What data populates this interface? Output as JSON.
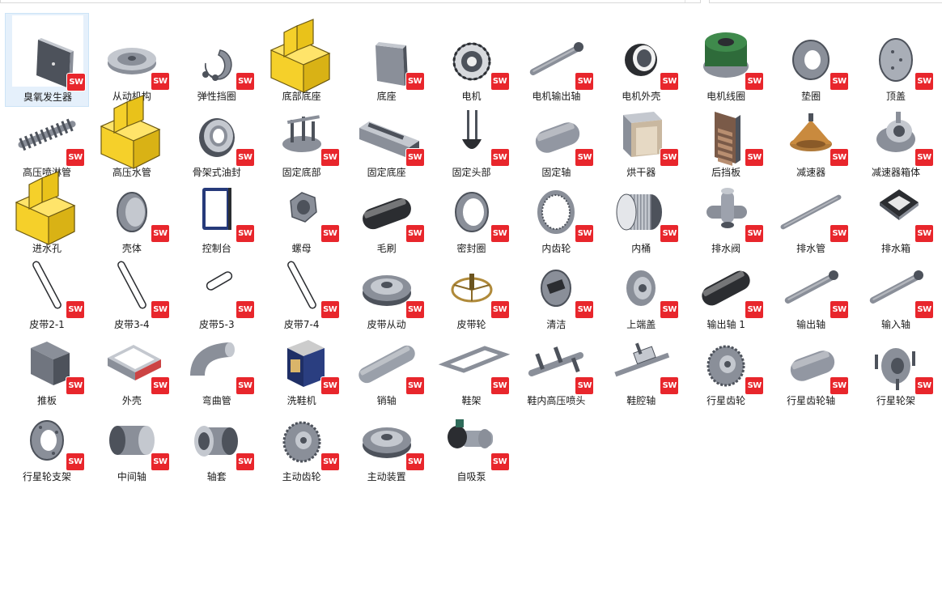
{
  "badge_text": "SW",
  "colors": {
    "selection_bg": "#e5f0fb",
    "selection_border": "#cce4f7",
    "badge": "#e8262c",
    "part_gray": "#8a8f99",
    "assembly_yellow": "#f5d02a"
  },
  "files": [
    {
      "name": "臭氧发生器",
      "icon": "plate-part-icon",
      "selected": true
    },
    {
      "name": "从动机构",
      "icon": "pulley-part-icon"
    },
    {
      "name": "弹性挡圈",
      "icon": "circlip-part-icon"
    },
    {
      "name": "底部底座",
      "icon": "assembly-block-icon"
    },
    {
      "name": "底座",
      "icon": "square-plate-part-icon"
    },
    {
      "name": "电机",
      "icon": "motor-part-icon"
    },
    {
      "name": "电机输出轴",
      "icon": "shaft-part-icon"
    },
    {
      "name": "电机外壳",
      "icon": "motor-housing-part-icon"
    },
    {
      "name": "电机线圈",
      "icon": "coil-part-icon"
    },
    {
      "name": "垫圈",
      "icon": "washer-part-icon"
    },
    {
      "name": "顶盖",
      "icon": "cover-disc-part-icon"
    },
    {
      "name": "高压喷淋管",
      "icon": "spray-pipe-part-icon"
    },
    {
      "name": "高压水管",
      "icon": "assembly-block-icon"
    },
    {
      "name": "骨架式油封",
      "icon": "oil-seal-part-icon"
    },
    {
      "name": "固定底部",
      "icon": "fixture-part-icon"
    },
    {
      "name": "固定底座",
      "icon": "rail-base-part-icon"
    },
    {
      "name": "固定头部",
      "icon": "fork-part-icon"
    },
    {
      "name": "固定轴",
      "icon": "cylinder-part-icon"
    },
    {
      "name": "烘干器",
      "icon": "dryer-part-icon"
    },
    {
      "name": "后挡板",
      "icon": "back-plate-part-icon"
    },
    {
      "name": "减速器",
      "icon": "reducer-part-icon"
    },
    {
      "name": "减速器箱体",
      "icon": "reducer-case-part-icon"
    },
    {
      "name": "进水孔",
      "icon": "assembly-block-icon"
    },
    {
      "name": "壳体",
      "icon": "shell-part-icon"
    },
    {
      "name": "控制台",
      "icon": "console-part-icon"
    },
    {
      "name": "螺母",
      "icon": "nut-part-icon"
    },
    {
      "name": "毛刷",
      "icon": "brush-part-icon"
    },
    {
      "name": "密封圈",
      "icon": "seal-ring-part-icon"
    },
    {
      "name": "内齿轮",
      "icon": "ring-gear-part-icon"
    },
    {
      "name": "内桶",
      "icon": "drum-part-icon"
    },
    {
      "name": "排水阀",
      "icon": "valve-part-icon"
    },
    {
      "name": "排水管",
      "icon": "drain-pipe-part-icon"
    },
    {
      "name": "排水箱",
      "icon": "drain-box-part-icon"
    },
    {
      "name": "皮带2-1",
      "icon": "belt-part-icon"
    },
    {
      "name": "皮带3-4",
      "icon": "belt-part-icon"
    },
    {
      "name": "皮带5-3",
      "icon": "belt-short-part-icon"
    },
    {
      "name": "皮带7-4",
      "icon": "belt-part-icon"
    },
    {
      "name": "皮带从动",
      "icon": "pulley-wheel-part-icon"
    },
    {
      "name": "皮带轮",
      "icon": "handwheel-part-icon"
    },
    {
      "name": "清洁",
      "icon": "cleaning-disc-part-icon"
    },
    {
      "name": "上端盖",
      "icon": "end-cap-part-icon"
    },
    {
      "name": "输出轴 1",
      "icon": "spline-shaft-part-icon"
    },
    {
      "name": "输出轴",
      "icon": "shaft-part-icon"
    },
    {
      "name": "输入轴",
      "icon": "shaft-part-icon"
    },
    {
      "name": "推板",
      "icon": "push-plate-part-icon"
    },
    {
      "name": "外壳",
      "icon": "casing-part-icon"
    },
    {
      "name": "弯曲管",
      "icon": "bent-pipe-part-icon"
    },
    {
      "name": "洗鞋机",
      "icon": "machine-part-icon"
    },
    {
      "name": "销轴",
      "icon": "pin-part-icon"
    },
    {
      "name": "鞋架",
      "icon": "shoe-rack-part-icon"
    },
    {
      "name": "鞋内高压喷头",
      "icon": "nozzle-bar-part-icon"
    },
    {
      "name": "鞋腔轴",
      "icon": "cavity-shaft-part-icon"
    },
    {
      "name": "行星齿轮",
      "icon": "gear-part-icon"
    },
    {
      "name": "行星齿轮轴",
      "icon": "cylinder-part-icon"
    },
    {
      "name": "行星轮架",
      "icon": "carrier-part-icon"
    },
    {
      "name": "行星轮支架",
      "icon": "flange-part-icon"
    },
    {
      "name": "中间轴",
      "icon": "sleeve-part-icon"
    },
    {
      "name": "轴套",
      "icon": "bushing-part-icon"
    },
    {
      "name": "主动齿轮",
      "icon": "gear-part-icon"
    },
    {
      "name": "主动装置",
      "icon": "pulley-wheel-part-icon"
    },
    {
      "name": "自吸泵",
      "icon": "pump-part-icon"
    }
  ]
}
